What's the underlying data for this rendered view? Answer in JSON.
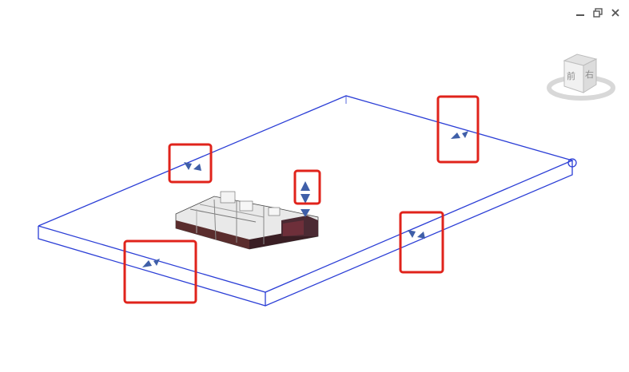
{
  "window_controls": {
    "minimize_icon": "minimize-icon",
    "restore_icon": "restore-icon",
    "close_icon": "close-icon"
  },
  "viewcube": {
    "front_label": "前",
    "right_label": "右"
  },
  "colors": {
    "section_box_edge": "#2b3ed6",
    "highlight": "#e0231b",
    "grip": "#3f5fa8"
  },
  "grips": [
    "section-box-grip-left",
    "section-box-grip-top-left",
    "section-box-grip-top-right",
    "section-box-grip-right",
    "section-box-grip-vertical"
  ]
}
